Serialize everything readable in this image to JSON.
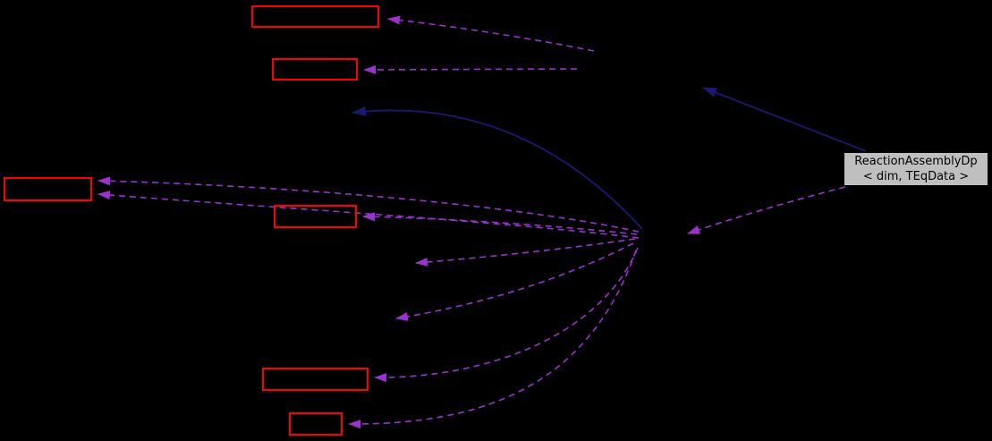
{
  "diagram": {
    "type": "doxygen-collaboration-graph",
    "background": "#000000",
    "colors": {
      "bg": "#000000",
      "node-red": "#ff0000",
      "node-fill": "#bfbfbf",
      "node-border": "#000000",
      "edge-usage": "#9a32cd",
      "edge-inherit": "#191970",
      "text": "#000000"
    },
    "main_node": {
      "label_line1": "ReactionAssemblyDp",
      "label_line2": "< dim, TEqData >"
    },
    "nodes": [
      {
        "id": "red-box-1",
        "kind": "red-outlined-node",
        "label": ""
      },
      {
        "id": "red-box-2",
        "kind": "red-outlined-node",
        "label": ""
      },
      {
        "id": "red-box-3",
        "kind": "red-outlined-node",
        "label": ""
      },
      {
        "id": "red-box-4",
        "kind": "red-outlined-node",
        "label": ""
      },
      {
        "id": "red-box-5",
        "kind": "red-outlined-node",
        "label": ""
      },
      {
        "id": "red-box-6",
        "kind": "red-outlined-node",
        "label": ""
      },
      {
        "id": "hidden-top",
        "kind": "invisible-node",
        "label": ""
      },
      {
        "id": "hidden-center",
        "kind": "invisible-node",
        "label": ""
      },
      {
        "id": "hidden-left-mid",
        "kind": "invisible-node",
        "label": ""
      },
      {
        "id": "hidden-mid-a",
        "kind": "invisible-node",
        "label": ""
      },
      {
        "id": "hidden-mid-b",
        "kind": "invisible-node",
        "label": ""
      },
      {
        "id": "main",
        "kind": "current-class-node",
        "label": "ReactionAssemblyDp < dim, TEqData >"
      }
    ],
    "edges": [
      {
        "from": "hidden-top",
        "to": "red-box-1",
        "style": "dashed-purple-usage"
      },
      {
        "from": "hidden-top",
        "to": "red-box-2",
        "style": "dashed-purple-usage"
      },
      {
        "from": "hidden-center",
        "to": "red-box-3",
        "style": "dashed-purple-usage"
      },
      {
        "from": "hidden-center",
        "to": "red-box-3",
        "style": "dashed-purple-usage"
      },
      {
        "from": "hidden-center",
        "to": "red-box-4",
        "style": "dashed-purple-usage"
      },
      {
        "from": "hidden-center",
        "to": "hidden-mid-a",
        "style": "dashed-purple-usage"
      },
      {
        "from": "hidden-center",
        "to": "hidden-mid-b",
        "style": "dashed-purple-usage"
      },
      {
        "from": "hidden-center",
        "to": "red-box-5",
        "style": "dashed-purple-usage"
      },
      {
        "from": "hidden-center",
        "to": "red-box-6",
        "style": "dashed-purple-usage"
      },
      {
        "from": "main",
        "to": "hidden-center",
        "style": "dashed-purple-usage"
      },
      {
        "from": "main",
        "to": "hidden-top",
        "style": "solid-blue-inheritance"
      },
      {
        "from": "hidden-center",
        "to": "hidden-left-mid",
        "style": "solid-blue-inheritance"
      }
    ]
  }
}
